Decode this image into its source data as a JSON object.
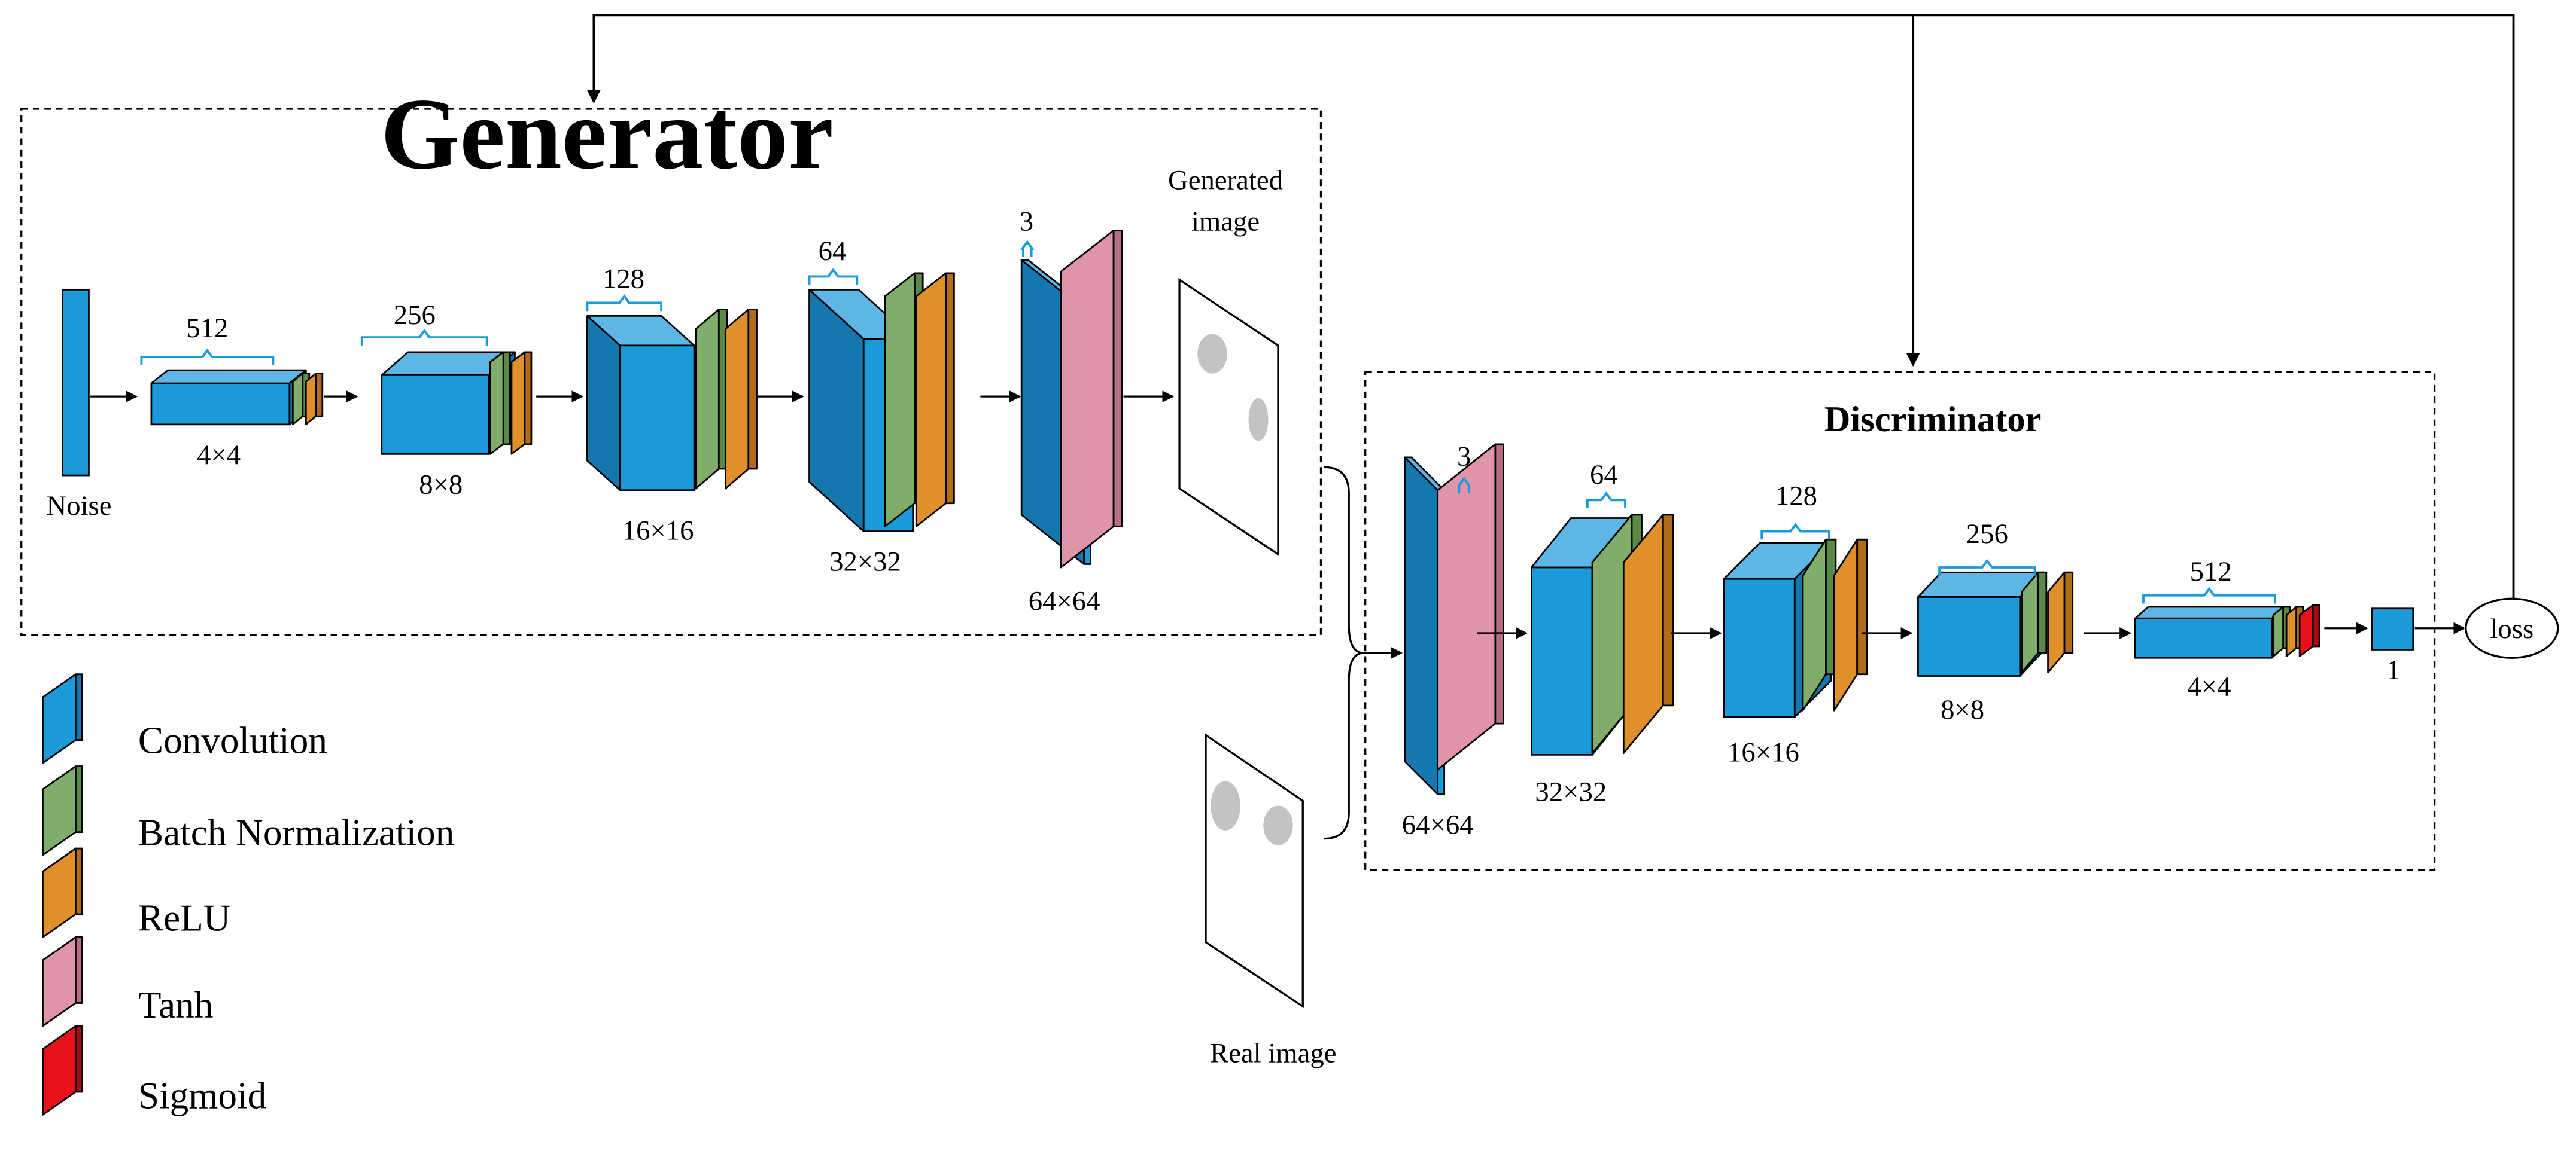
{
  "colors": {
    "conv_front": "#1a9ad8",
    "conv_top": "#5eb6e6",
    "conv_side": "#1477ad",
    "bn_front": "#7fae6a",
    "bn_side": "#5b8a48",
    "relu_front": "#e0902a",
    "relu_side": "#b26c16",
    "tanh_front": "#df94a8",
    "tanh_side": "#b56f84",
    "sigmoid_front": "#e8111a",
    "sigmoid_side": "#a80a0f",
    "bracket": "#1a9ad8"
  },
  "generator": {
    "title": "Generator",
    "noise": "Noise",
    "generated_image": [
      "Generated",
      "image"
    ],
    "blocks": [
      {
        "channels": "512",
        "size": "4×4"
      },
      {
        "channels": "256",
        "size": "8×8"
      },
      {
        "channels": "128",
        "size": "16×16"
      },
      {
        "channels": "64",
        "size": "32×32"
      },
      {
        "channels": "3",
        "size": "64×64"
      }
    ]
  },
  "discriminator": {
    "title": "Discriminator",
    "blocks": [
      {
        "channels": "3",
        "size": "64×64"
      },
      {
        "channels": "64",
        "size": "32×32"
      },
      {
        "channels": "128",
        "size": "16×16"
      },
      {
        "channels": "256",
        "size": "8×8"
      },
      {
        "channels": "512",
        "size": "4×4"
      }
    ],
    "output": "1"
  },
  "real_image": "Real image",
  "loss": "loss",
  "legend": [
    {
      "label": "Convolution",
      "color": "conv"
    },
    {
      "label": "Batch Normalization",
      "color": "bn"
    },
    {
      "label": "ReLU",
      "color": "relu"
    },
    {
      "label": "Tanh",
      "color": "tanh"
    },
    {
      "label": "Sigmoid",
      "color": "sigmoid"
    }
  ]
}
